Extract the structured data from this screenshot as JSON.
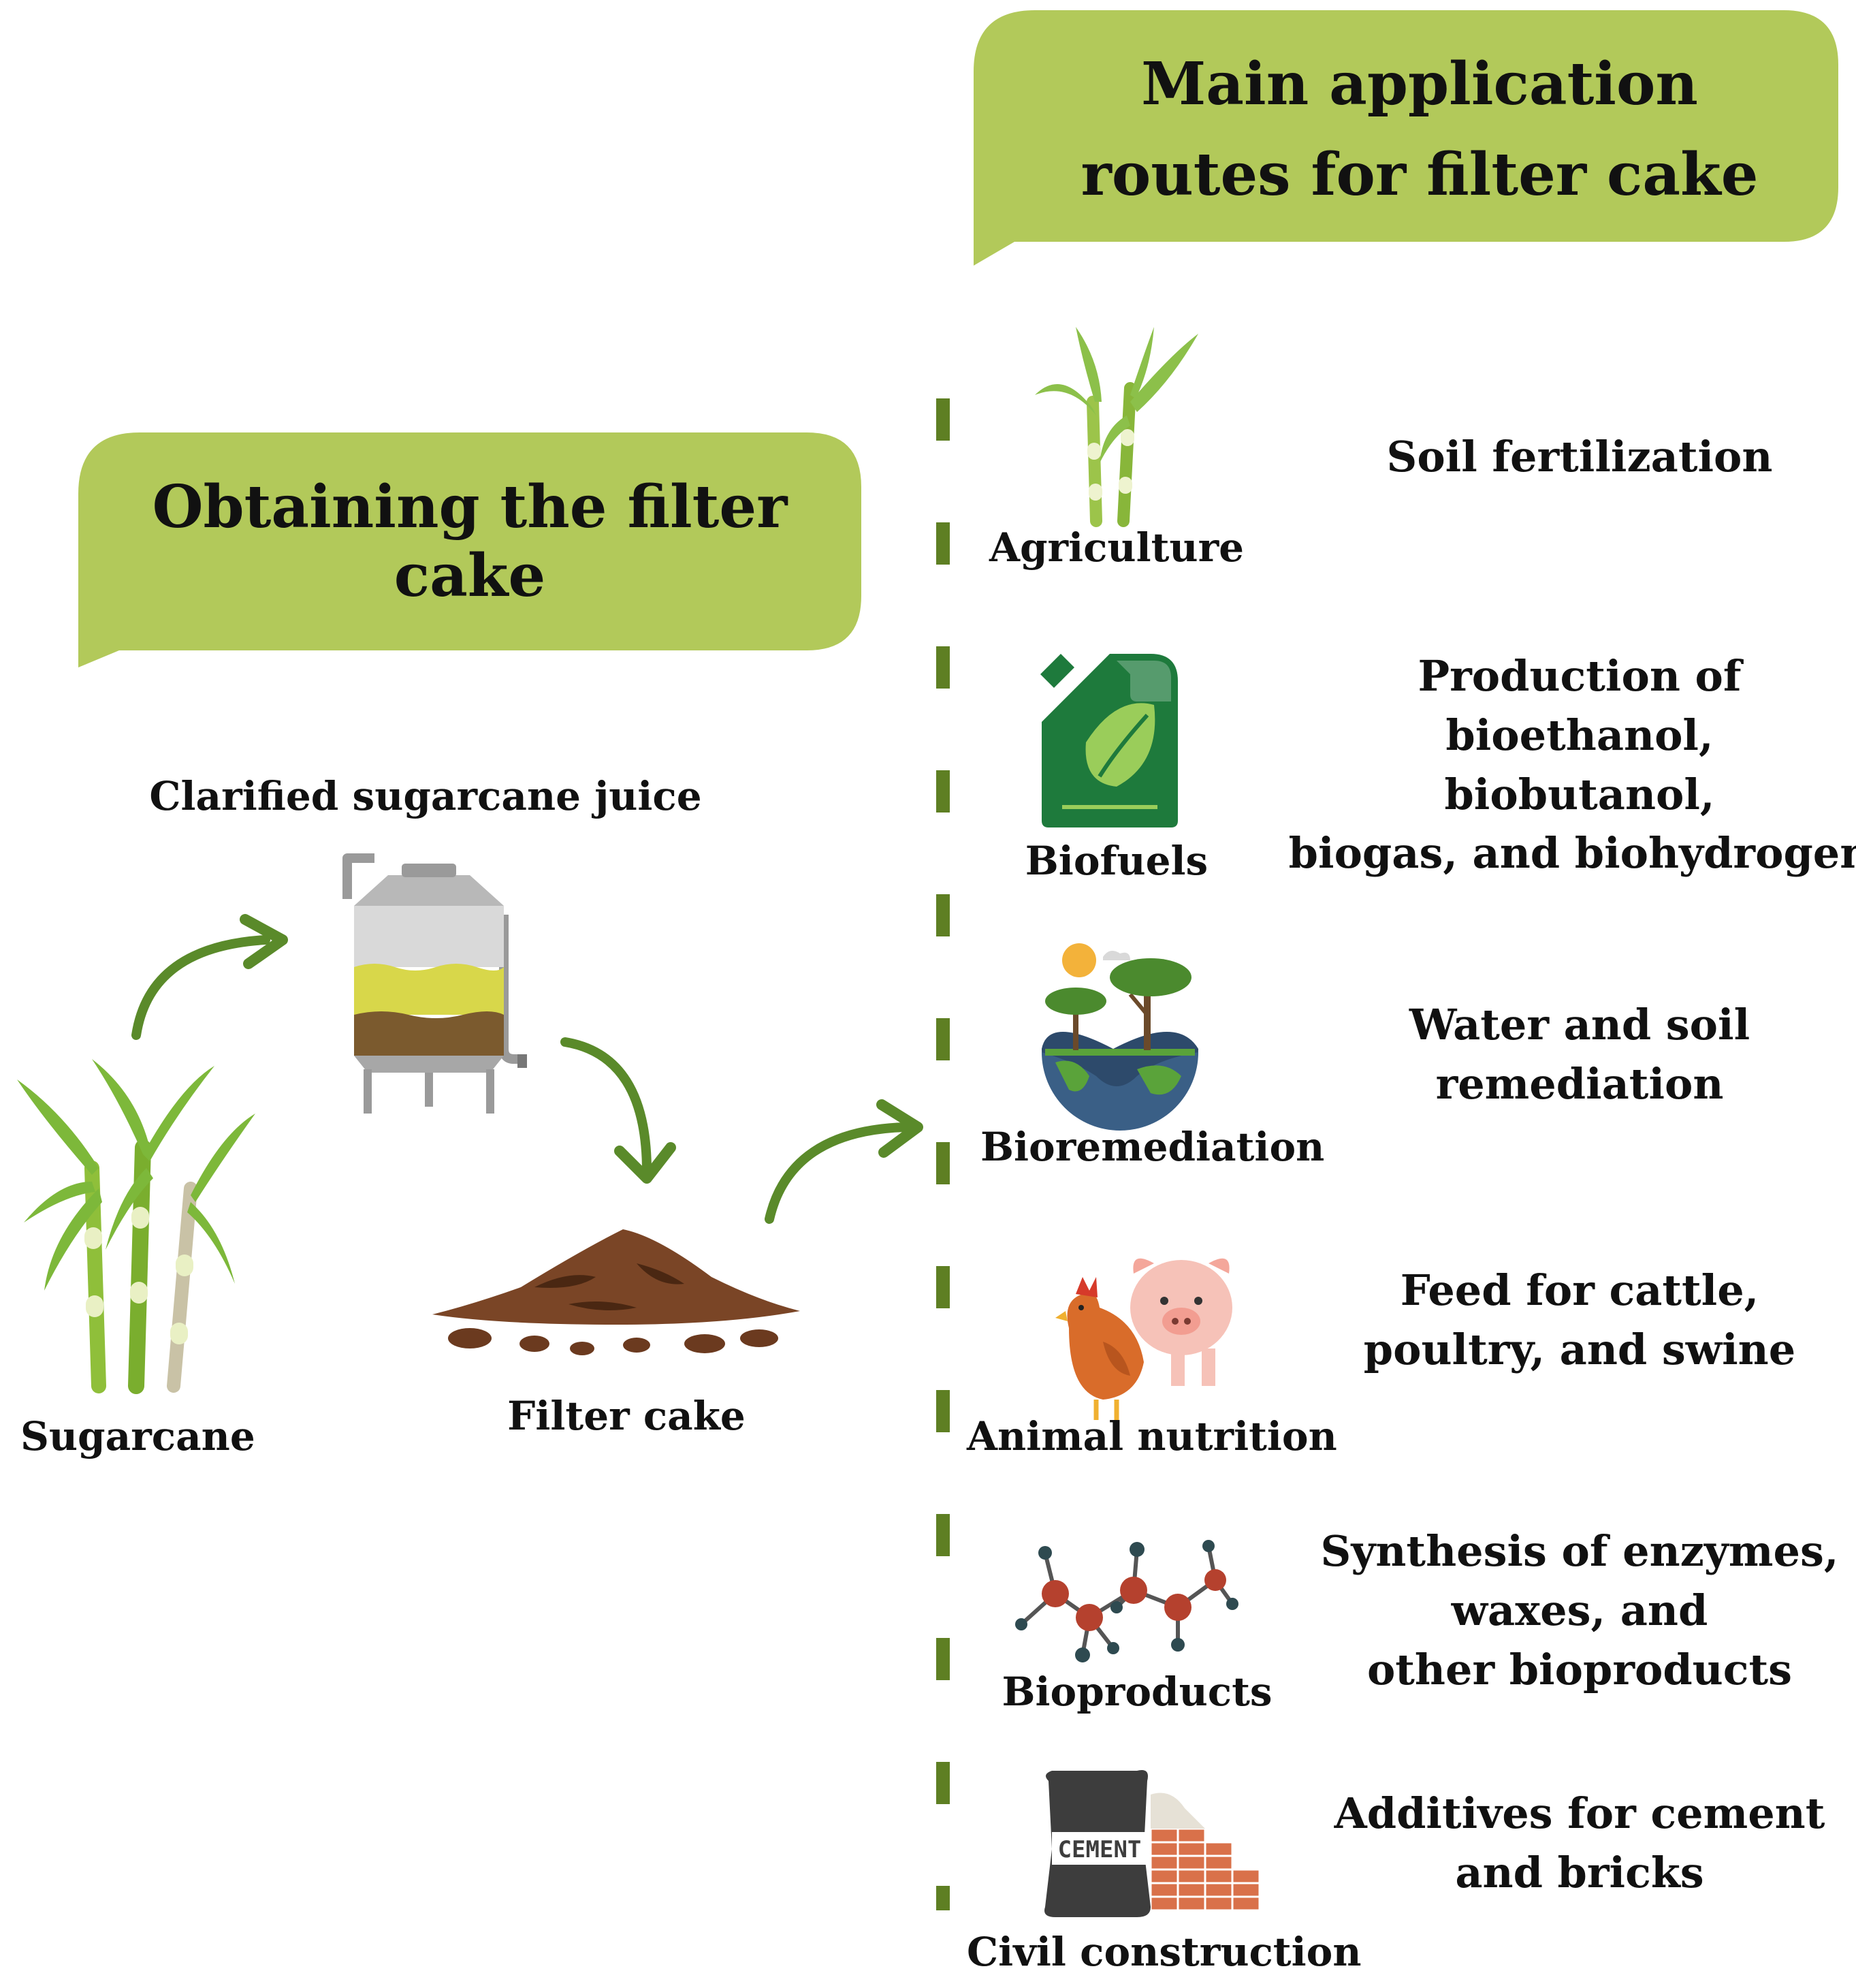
{
  "left_header": {
    "title": "Obtaining the filter cake"
  },
  "right_header": {
    "title": "Main application\nroutes for filter cake"
  },
  "process": {
    "sugarcane_label": "Sugarcane",
    "juice_label": "Clarified sugarcane juice",
    "filter_cake_label": "Filter cake"
  },
  "routes": [
    {
      "icon_label": "Agriculture",
      "description": "Soil fertilization",
      "icon": "sugarcane-plant-icon"
    },
    {
      "icon_label": "Biofuels",
      "description": "Production of bioethanol,\nbiobutanol,\nbiogas, and biohydrogen",
      "icon": "fuel-can-leaf-icon"
    },
    {
      "icon_label": "Bioremediation",
      "description": "Water and soil\nremediation",
      "icon": "earth-trees-icon"
    },
    {
      "icon_label": "Animal nutrition",
      "description": "Feed for cattle,\npoultry, and swine",
      "icon": "chicken-pig-icon"
    },
    {
      "icon_label": "Bioproducts",
      "description": "Synthesis of enzymes,\nwaxes, and\nother bioproducts",
      "icon": "molecule-icon"
    },
    {
      "icon_label": "Civil construction",
      "description": "Additives for cement\nand bricks",
      "icon": "cement-bag-bricks-icon",
      "bag_text": "CEMENT"
    }
  ],
  "colors": {
    "bubble_green": "#b2c95a",
    "arrow_green": "#5a8a2a",
    "divider_green": "#5e7f23"
  }
}
